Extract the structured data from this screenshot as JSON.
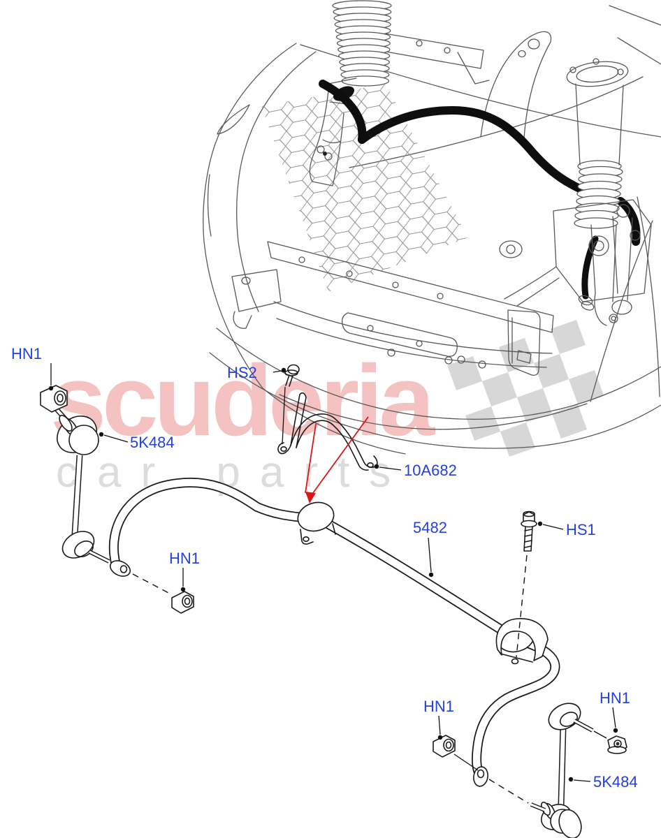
{
  "watermark": {
    "brand": "scuderia",
    "sub": "car parts",
    "brand_color": "#f5c2c2",
    "sub_color": "#dcdcdc",
    "flag_color": "#d7d7d7"
  },
  "diagram": {
    "title_hint": "front stabilizer bar and links exploded parts diagram",
    "label_color": "#2540e0",
    "arrow_color": "#dd1515",
    "line_color": "#1a1a1a",
    "labels": [
      {
        "text": "HN1",
        "part": "nut-front-left-link-upper"
      },
      {
        "text": "HS2",
        "part": "screw-bracket"
      },
      {
        "text": "5K484",
        "part": "stabilizer-link-front-left"
      },
      {
        "text": "10A682",
        "part": "bracket"
      },
      {
        "text": "5482",
        "part": "stabilizer-bar"
      },
      {
        "text": "HS1",
        "part": "bolt-bushing-clamp"
      },
      {
        "text": "HN1",
        "part": "nut-front-left-link-lower"
      },
      {
        "text": "HN1",
        "part": "nut-front-right-link-lower"
      },
      {
        "text": "HN1",
        "part": "nut-front-right-link-upper"
      },
      {
        "text": "5K484",
        "part": "stabilizer-link-front-right"
      }
    ]
  }
}
